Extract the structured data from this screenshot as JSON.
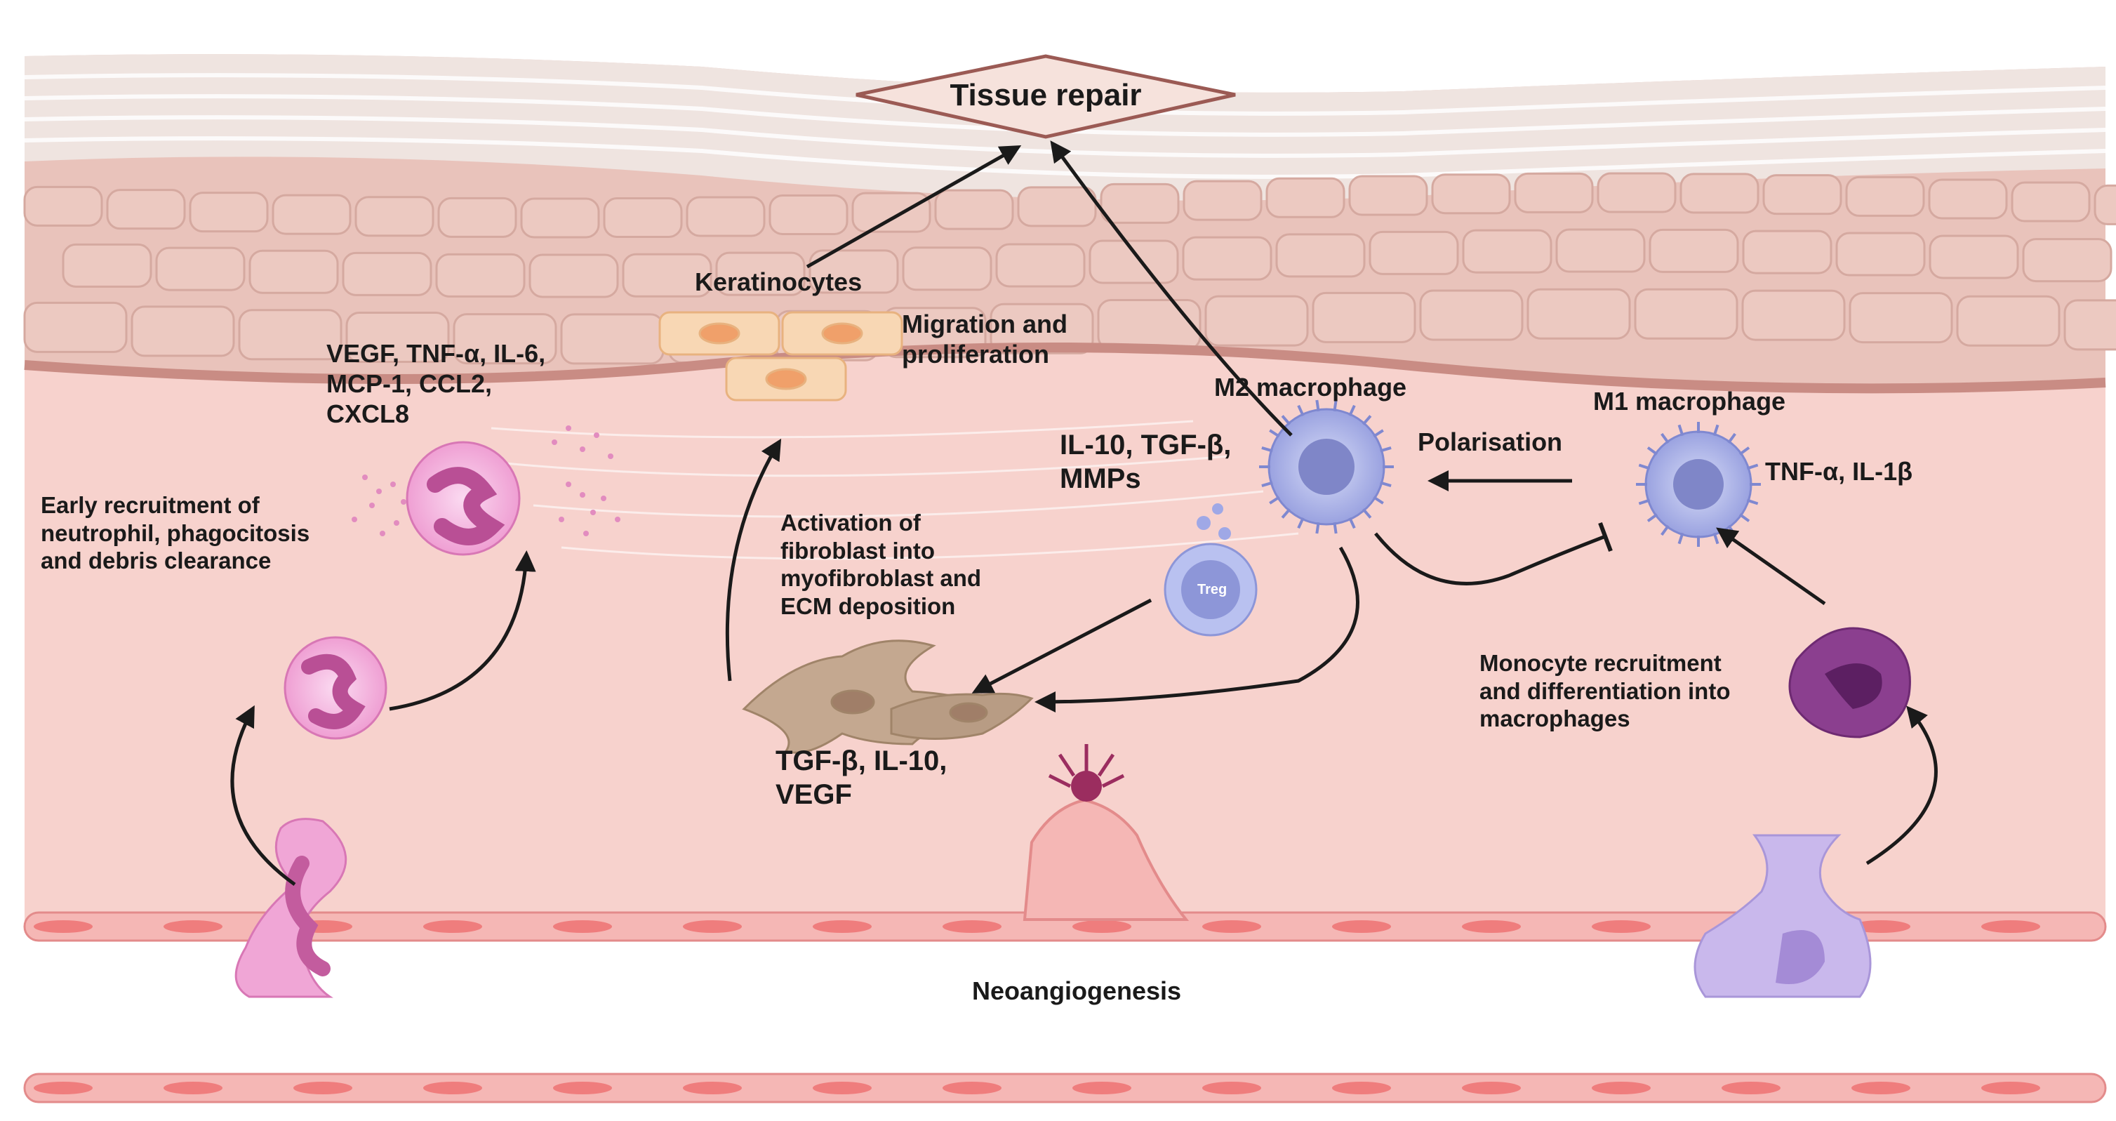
{
  "title": "Tissue repair",
  "labels": {
    "keratinocytes": "Keratinocytes",
    "migration": "Migration and\nproliferation",
    "cytokines_neutrophil": "VEGF, TNF-α, IL-6,\nMCP-1, CCL2,\nCXCL8",
    "early_recruitment": "Early recruitment of\nneutrophil, phagocitosis\nand debris clearance",
    "m2": "M2 macrophage",
    "m1": "M1 macrophage",
    "polarisation": "Polarisation",
    "m2_factors": "IL-10, TGF-β,\nMMPs",
    "m1_factors": "TNF-α, IL-1β",
    "activation": "Activation of\nfibroblast into\nmyofibroblast and\nECM deposition",
    "treg": "Treg",
    "fibro_factors": "TGF-β, IL-10,\nVEGF",
    "monocyte": "Monocyte recruitment\nand differentiation into\nmacrophages",
    "neoangiogenesis": "Neoangiogenesis"
  },
  "colors": {
    "epidermis": "#e9c3bb",
    "dermis": "#f7d2cd",
    "stratum": "#f2ece8",
    "vessel": "#f5b7b5",
    "neutrophil": "#f0a6d6",
    "macrophage": "#aab0e6",
    "treg": "#9fa8e6",
    "fibroblast": "#c4a890",
    "monocyte": "#8b3f8f",
    "keratinocyte": "#f8d7b4",
    "arrow": "#1a1a1a"
  }
}
